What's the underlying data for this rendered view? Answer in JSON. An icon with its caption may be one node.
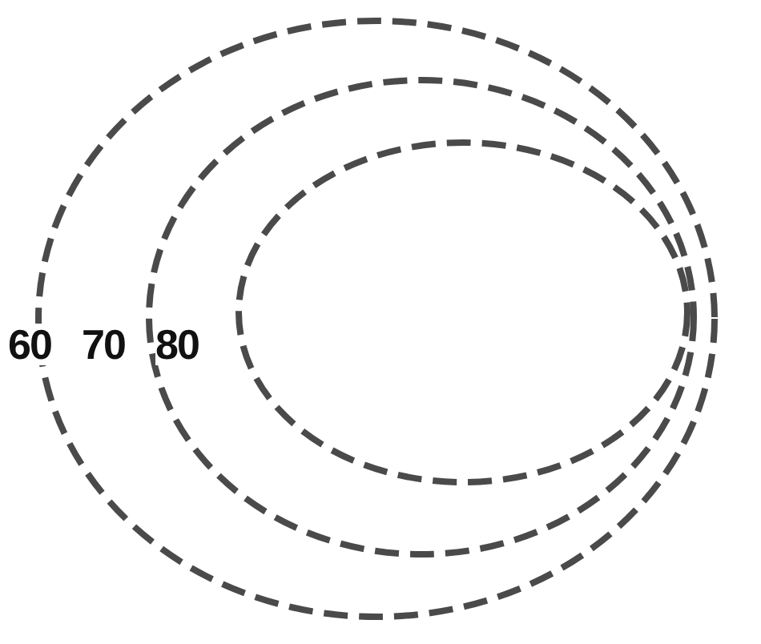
{
  "diagram": {
    "nodes": [
      {
        "text": [
          "60"
        ]
      },
      {
        "text": [
          "70"
        ],
        "in": 0
      },
      {
        "text": [
          "80"
        ],
        "in": 1
      }
    ]
  }
}
